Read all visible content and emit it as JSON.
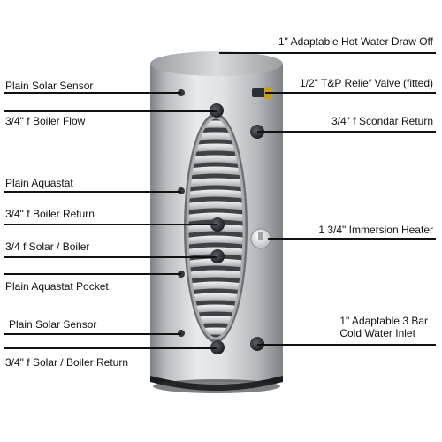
{
  "diagram": {
    "left_labels": [
      {
        "id": "plain-solar-sensor-top",
        "text": "Plain Solar Sensor"
      },
      {
        "id": "boiler-flow",
        "text": "3/4\" f Boiler Flow"
      },
      {
        "id": "plain-aquastat",
        "text": "Plain Aquastat"
      },
      {
        "id": "boiler-return",
        "text": "3/4\" f Boiler Return"
      },
      {
        "id": "solar-boiler",
        "text": "3/4 f Solar / Boiler"
      },
      {
        "id": "plain-aquastat-pocket",
        "text": "Plain Aquastat Pocket"
      },
      {
        "id": "plain-solar-sensor-bottom",
        "text": "Plain Solar Sensor"
      },
      {
        "id": "solar-boiler-return",
        "text": "3/4\" f Solar / Boiler Return"
      }
    ],
    "right_labels": [
      {
        "id": "hot-water-draw-off",
        "text": "1\" Adaptable Hot Water Draw Off"
      },
      {
        "id": "tp-relief-valve",
        "text": "1/2\" T&P Relief Valve (fitted)"
      },
      {
        "id": "scondar-return",
        "text": "3/4\" f Scondar Return"
      },
      {
        "id": "immersion-heater",
        "text": "1 3/4\" Immersion Heater"
      },
      {
        "id": "cold-water-inlet",
        "text": "1\" Adaptable 3 Bar\nCold Water Inlet"
      }
    ],
    "colors": {
      "cylinder_light": "#e6e7e9",
      "cylinder_dark": "#8f9296",
      "port_color": "#2a2f35",
      "coil_color": "#c9cbce",
      "line_color": "#111111"
    }
  }
}
